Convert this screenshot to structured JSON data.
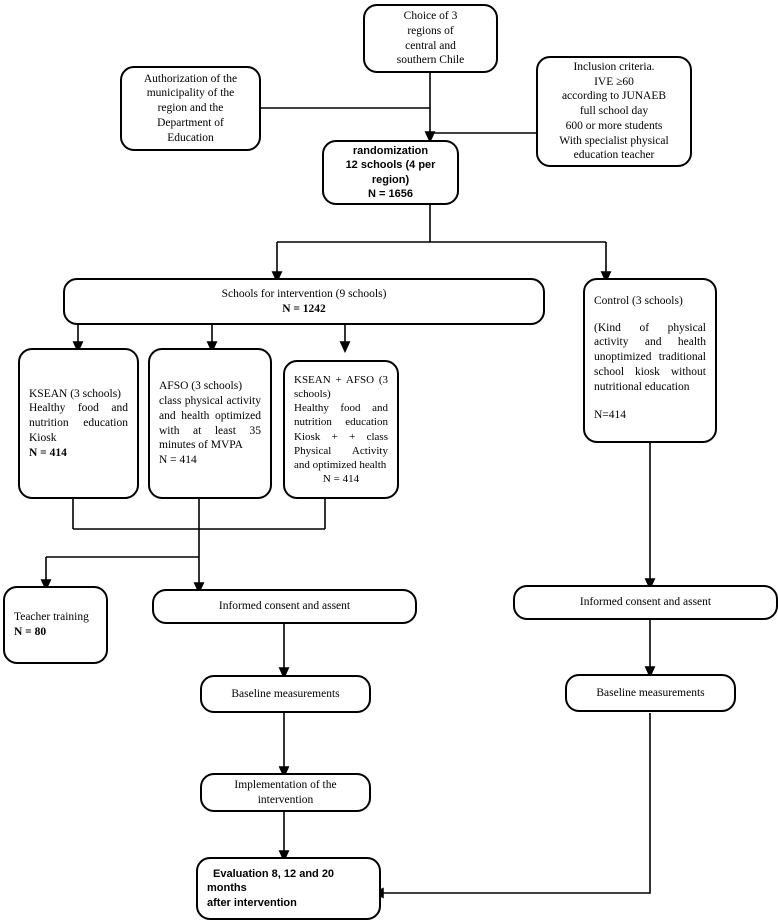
{
  "diagram": {
    "title": "CONSORT-style study flow diagram",
    "line_color": "#000000",
    "box_border_color": "#000000",
    "background": "#ffffff"
  },
  "nodes": {
    "choice_regions": {
      "lines": [
        "Choice of 3",
        "regions of",
        "central and",
        "southern Chile"
      ]
    },
    "authorization": {
      "lines": [
        "Authorization of the",
        "municipality of the",
        "region and the",
        "Department of",
        "Education"
      ]
    },
    "inclusion_criteria": {
      "lines": [
        "Inclusion criteria.",
        "IVE ≥60",
        "according to JUNAEB",
        "full school day",
        "600 or more students",
        "With specialist physical",
        "education teacher"
      ]
    },
    "randomization": {
      "lines": [
        "randomization",
        "12 schools (4 per",
        "region)",
        "N = 1656"
      ]
    },
    "schools_intervention": {
      "line1": "Schools for intervention (9 schools)",
      "line2": "N = 1242"
    },
    "control": {
      "heading": "Control (3 schools)",
      "body": "(Kind of physical activity and health unoptimized traditional school kiosk without nutritional education",
      "count": "N=414"
    },
    "ksean": {
      "heading": "KSEAN (3 schools)",
      "body": "Healthy food and nutrition education Kiosk",
      "count": "N = 414"
    },
    "afso": {
      "heading": "AFSO (3 schools)",
      "body": "class physical activity and health optimized with at least 35 minutes of MVPA",
      "count": "N = 414"
    },
    "ksean_afso": {
      "heading": "KSEAN + AFSO (3 schools)",
      "body": "Healthy food and nutrition education Kiosk + + class Physical Activity and optimized health",
      "count": "N = 414"
    },
    "teacher_training": {
      "heading": "Teacher training",
      "count": "N = 80"
    },
    "informed_consent_left": {
      "label": "Informed consent and assent"
    },
    "informed_consent_right": {
      "label": "Informed consent and assent"
    },
    "baseline_left": {
      "label": "Baseline measurements"
    },
    "baseline_right": {
      "label": "Baseline measurements"
    },
    "implementation": {
      "line1": "Implementation of the",
      "line2": "intervention"
    },
    "evaluation": {
      "line1": "Evaluation 8, 12 and 20 months",
      "line2": "after intervention"
    }
  }
}
